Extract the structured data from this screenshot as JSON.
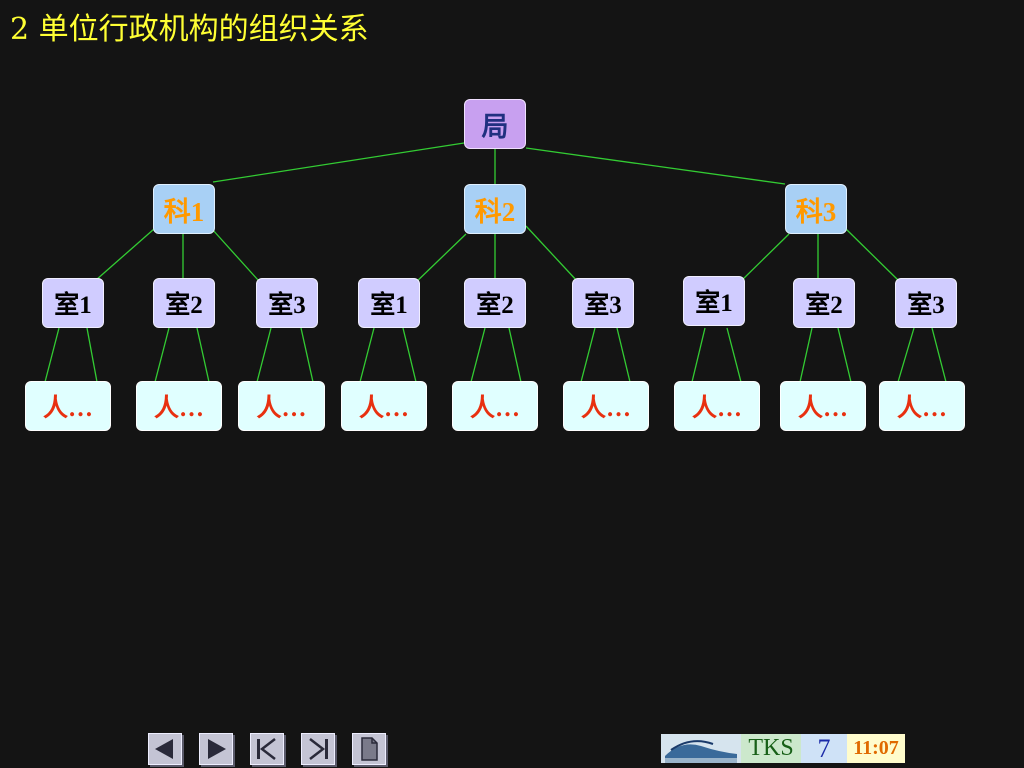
{
  "title": "2 单位行政机构的组织关系",
  "tree": {
    "root": {
      "label": "局"
    },
    "sections": [
      {
        "label": "科1",
        "offices": [
          {
            "label": "室1",
            "member": "人…"
          },
          {
            "label": "室2",
            "member": "人…"
          },
          {
            "label": "室3",
            "member": "人…"
          }
        ]
      },
      {
        "label": "科2",
        "offices": [
          {
            "label": "室1",
            "member": "人…"
          },
          {
            "label": "室2",
            "member": "人…"
          },
          {
            "label": "室3",
            "member": "人…"
          }
        ]
      },
      {
        "label": "科3",
        "offices": [
          {
            "label": "室1",
            "member": "人…"
          },
          {
            "label": "室2",
            "member": "人…"
          },
          {
            "label": "室3",
            "member": "人…"
          }
        ]
      }
    ]
  },
  "colors": {
    "background": "#141414",
    "title": "#ffff33",
    "connector": "#33cc33",
    "root_fill": "#c8a0f0",
    "section_fill": "#a8d0f5",
    "section_text": "#ff9900",
    "office_fill": "#d0ccff",
    "person_fill": "#e0ffff",
    "person_text": "#e83010"
  },
  "navigation": {
    "buttons": [
      {
        "name": "previous-slide-button",
        "icon": "arrow-left-icon"
      },
      {
        "name": "next-slide-button",
        "icon": "arrow-right-icon"
      },
      {
        "name": "first-slide-button",
        "icon": "skip-first-icon"
      },
      {
        "name": "last-slide-button",
        "icon": "skip-last-icon"
      },
      {
        "name": "document-button",
        "icon": "document-icon"
      }
    ]
  },
  "footer": {
    "brand": "TKS",
    "page": "7",
    "time": "11:07"
  }
}
